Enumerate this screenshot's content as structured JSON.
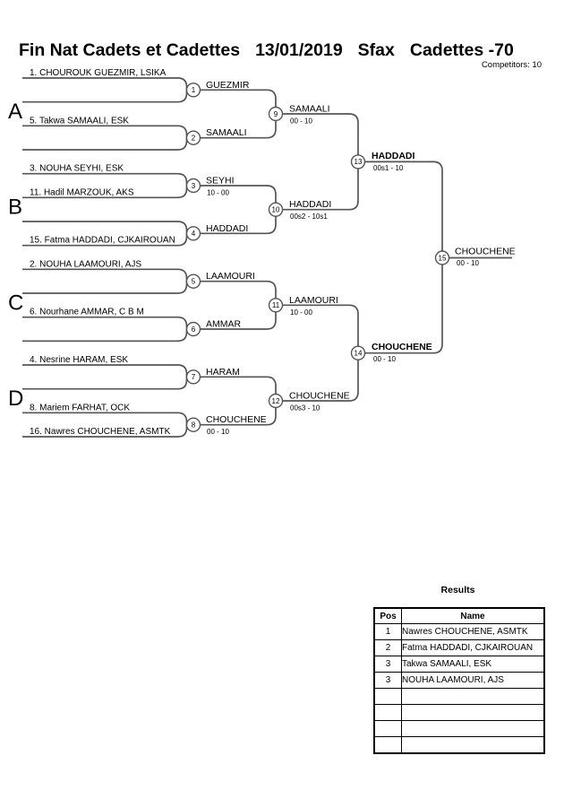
{
  "header": {
    "title_parts": [
      "Fin Nat Cadets et Cadettes",
      "13/01/2019",
      "Sfax",
      "Cadettes -70"
    ],
    "competitors_label": "Competitors: 10"
  },
  "bracket": {
    "groups": [
      "A",
      "B",
      "C",
      "D"
    ],
    "entries": [
      {
        "name": "1. CHOUROUK GUEZMIR, LSIKA"
      },
      {
        "name": "5. Takwa SAMAALI, ESK"
      },
      {
        "name": "3. NOUHA SEYHI, ESK"
      },
      {
        "name": "11. Hadil MARZOUK, AKS"
      },
      {
        "name": "15. Fatma HADDADI, CJKAIROUAN"
      },
      {
        "name": "2. NOUHA LAAMOURI, AJS"
      },
      {
        "name": "6. Nourhane AMMAR, C B M"
      },
      {
        "name": "4. Nesrine HARAM, ESK"
      },
      {
        "name": "8. Mariem FARHAT, OCK"
      },
      {
        "name": "16. Nawres CHOUCHENE, ASMTK"
      }
    ],
    "matches": [
      {
        "num": "1",
        "winner": "GUEZMIR",
        "score": ""
      },
      {
        "num": "2",
        "winner": "SAMAALI",
        "score": ""
      },
      {
        "num": "3",
        "winner": "SEYHI",
        "score": "10 - 00"
      },
      {
        "num": "4",
        "winner": "HADDADI",
        "score": ""
      },
      {
        "num": "5",
        "winner": "LAAMOURI",
        "score": ""
      },
      {
        "num": "6",
        "winner": "AMMAR",
        "score": ""
      },
      {
        "num": "7",
        "winner": "HARAM",
        "score": ""
      },
      {
        "num": "8",
        "winner": "CHOUCHENE",
        "score": "00 - 10"
      },
      {
        "num": "9",
        "winner": "SAMAALI",
        "score": "00 - 10"
      },
      {
        "num": "10",
        "winner": "HADDADI",
        "score": "00s2 - 10s1"
      },
      {
        "num": "11",
        "winner": "LAAMOURI",
        "score": "10 - 00"
      },
      {
        "num": "12",
        "winner": "CHOUCHENE",
        "score": "00s3 - 10"
      },
      {
        "num": "13",
        "winner": "HADDADI",
        "score": "00s1 - 10"
      },
      {
        "num": "14",
        "winner": "CHOUCHENE",
        "score": "00 - 10"
      },
      {
        "num": "15",
        "winner": "CHOUCHENE",
        "score": "00 - 10"
      }
    ]
  },
  "results": {
    "title": "Results",
    "columns": {
      "pos": "Pos",
      "name": "Name"
    },
    "rows": [
      {
        "pos": "1",
        "name": "Nawres CHOUCHENE, ASMTK"
      },
      {
        "pos": "2",
        "name": "Fatma HADDADI, CJKAIROUAN"
      },
      {
        "pos": "3",
        "name": "Takwa SAMAALI, ESK"
      },
      {
        "pos": "3",
        "name": "NOUHA LAAMOURI, AJS"
      },
      {
        "pos": "",
        "name": ""
      },
      {
        "pos": "",
        "name": ""
      },
      {
        "pos": "",
        "name": ""
      },
      {
        "pos": "",
        "name": ""
      }
    ]
  },
  "colors": {
    "line": "#555555",
    "text": "#000000",
    "background": "#ffffff"
  }
}
